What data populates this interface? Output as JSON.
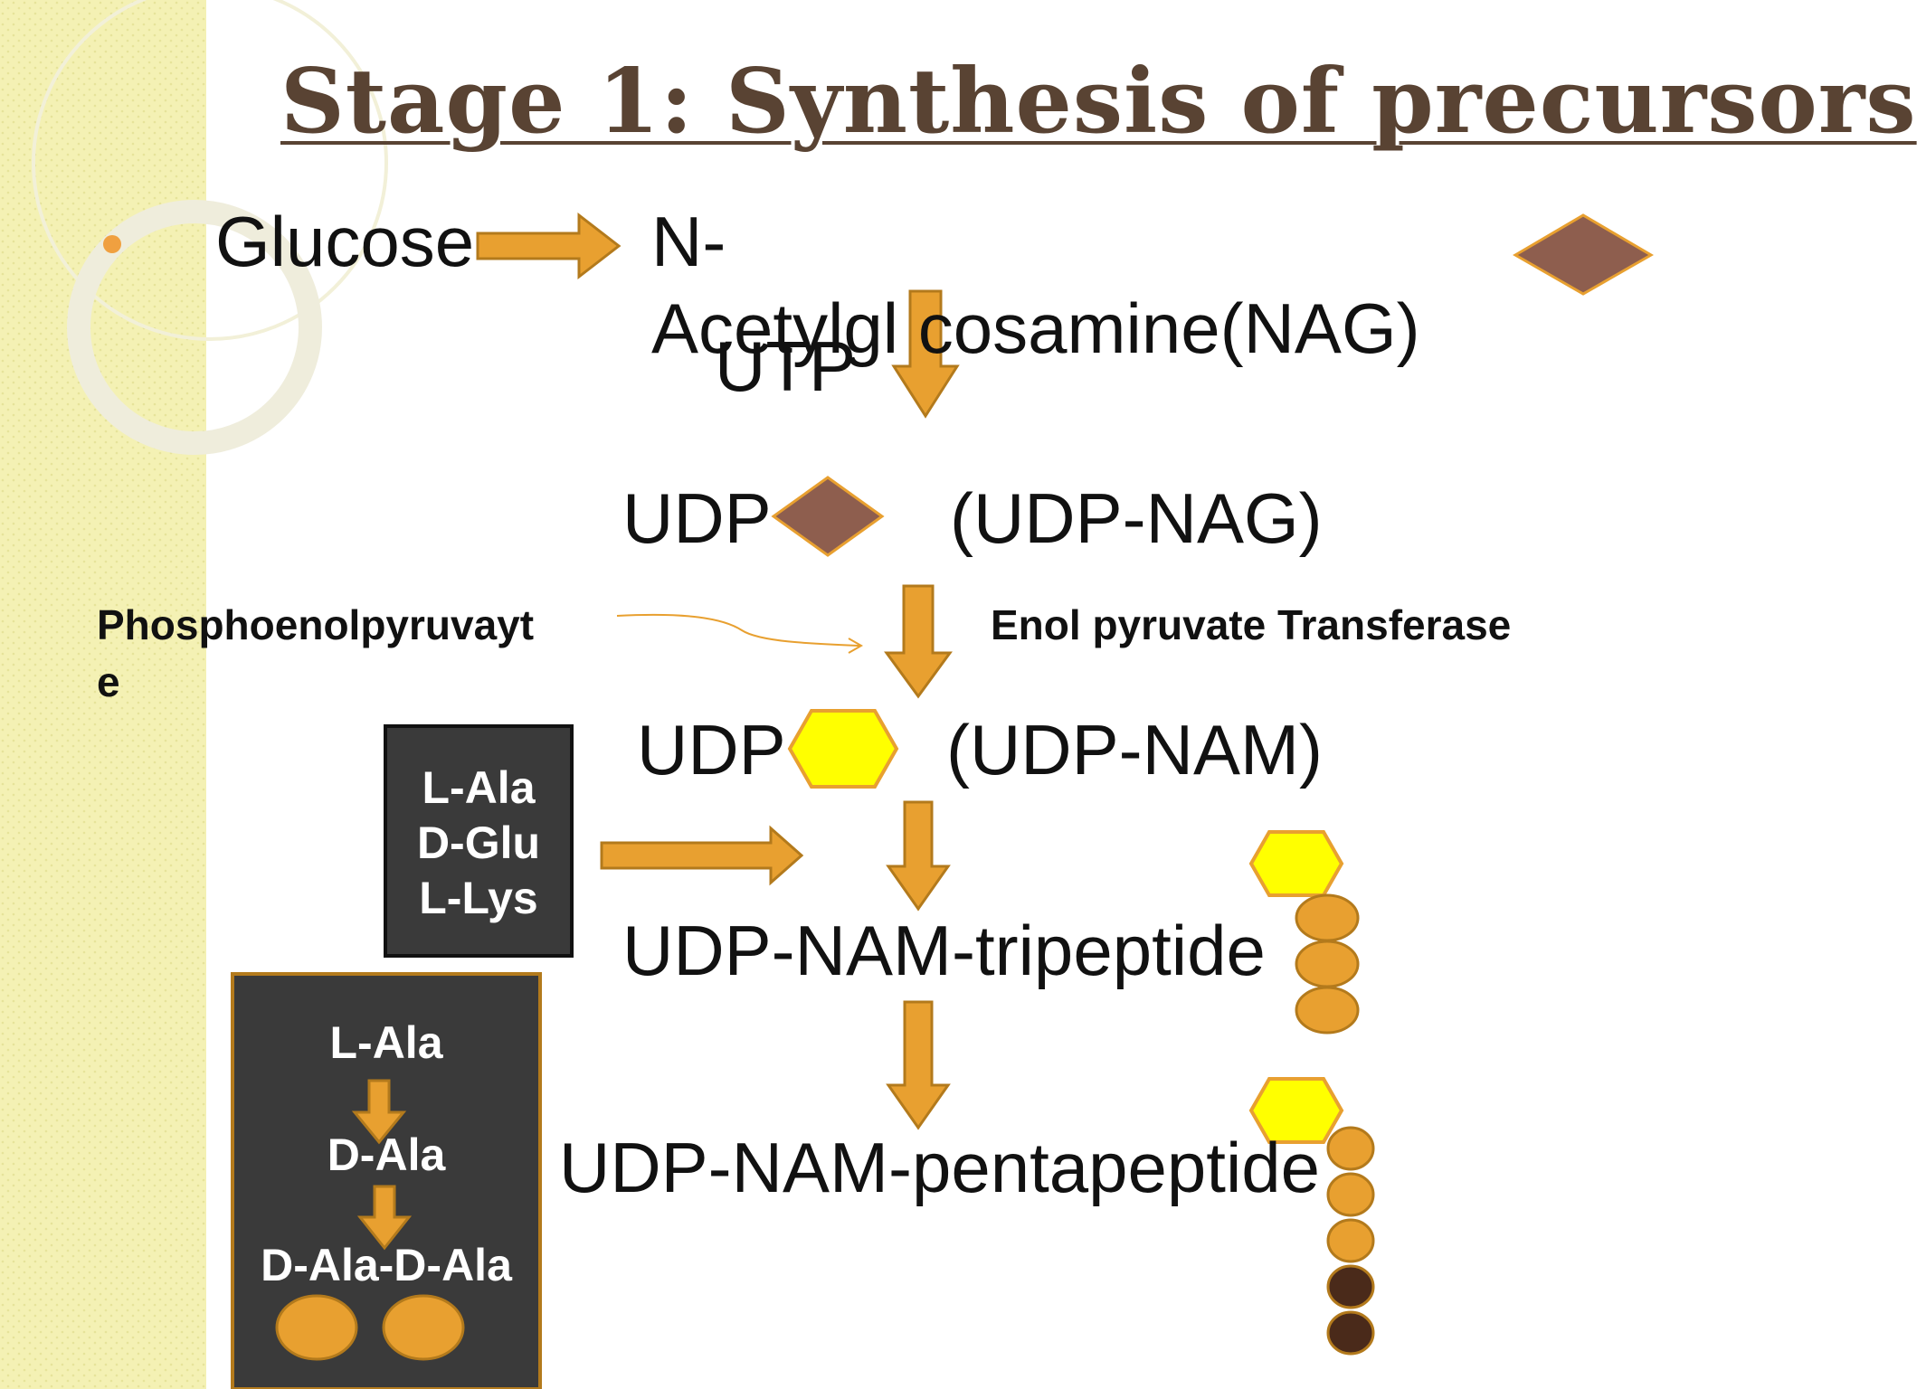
{
  "title": "Stage 1: Synthesis of precursors",
  "labels": {
    "glucose": "Glucose",
    "nag_line1": "N-",
    "nag_line2": "Acetylgl cosamine(NAG)",
    "utp": "UTP",
    "udp1": "UDP",
    "udp_nag": "(UDP-NAG)",
    "pep_line1": "Phosphoenolpyruvayt",
    "pep_line2": "e",
    "transferase": "Enol pyruvate Transferase",
    "udp2": "UDP",
    "udp_nam": "(UDP-NAM)",
    "tripeptide": "UDP-NAM-tripeptide",
    "pentapeptide": "UDP-NAM-pentapeptide"
  },
  "aa_box": {
    "line1": "L-Ala",
    "line2": "D-Glu",
    "line3": "L-Lys"
  },
  "ala_box": {
    "line1": "L-Ala",
    "line2": "D-Ala",
    "line3": "D-Ala-D-Ala"
  },
  "colors": {
    "arrow": "#E8A030",
    "arrow_border": "#B37A1C",
    "diamond": "#8E5E4E",
    "hexagon": "#FFFF00",
    "box": "#3A3A3A",
    "dark_bead": "#4A2A1A",
    "title": "#594333"
  }
}
